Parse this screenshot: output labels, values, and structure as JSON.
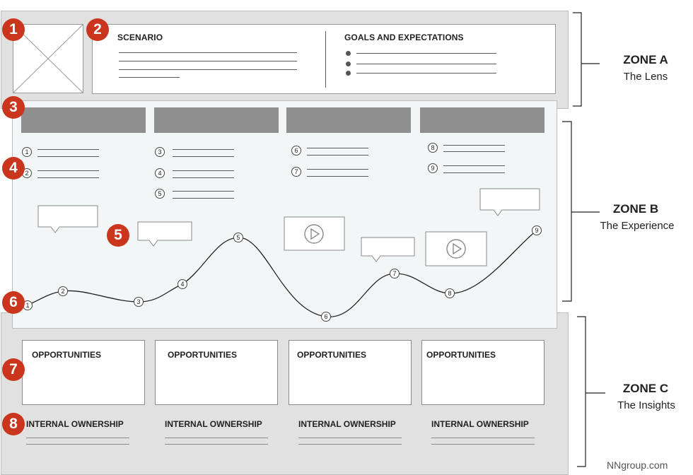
{
  "badges": [
    "1",
    "2",
    "3",
    "4",
    "5",
    "6",
    "7",
    "8"
  ],
  "lens": {
    "scenario_label": "SCENARIO",
    "goals_label": "GOALS AND EXPECTATIONS"
  },
  "experience": {
    "actions": [
      [
        "1",
        "2"
      ],
      [
        "3",
        "4",
        "5"
      ],
      [
        "6",
        "7"
      ],
      [
        "8",
        "9"
      ]
    ],
    "curve_points": [
      "1",
      "2",
      "3",
      "4",
      "5",
      "6",
      "7",
      "8",
      "9"
    ],
    "video_icons": [
      "play-icon",
      "play-icon"
    ]
  },
  "insights": {
    "opportunities": [
      "OPPORTUNITIES",
      "OPPORTUNITIES",
      "OPPORTUNITIES",
      "OPPORTUNITIES"
    ],
    "ownership": [
      "INTERNAL OWNERSHIP",
      "INTERNAL OWNERSHIP",
      "INTERNAL OWNERSHIP",
      "INTERNAL OWNERSHIP"
    ]
  },
  "zones": [
    {
      "title": "ZONE A",
      "subtitle": "The Lens"
    },
    {
      "title": "ZONE B",
      "subtitle": "The Experience"
    },
    {
      "title": "ZONE C",
      "subtitle": "The Insights"
    }
  ],
  "footer": "NNgroup.com"
}
